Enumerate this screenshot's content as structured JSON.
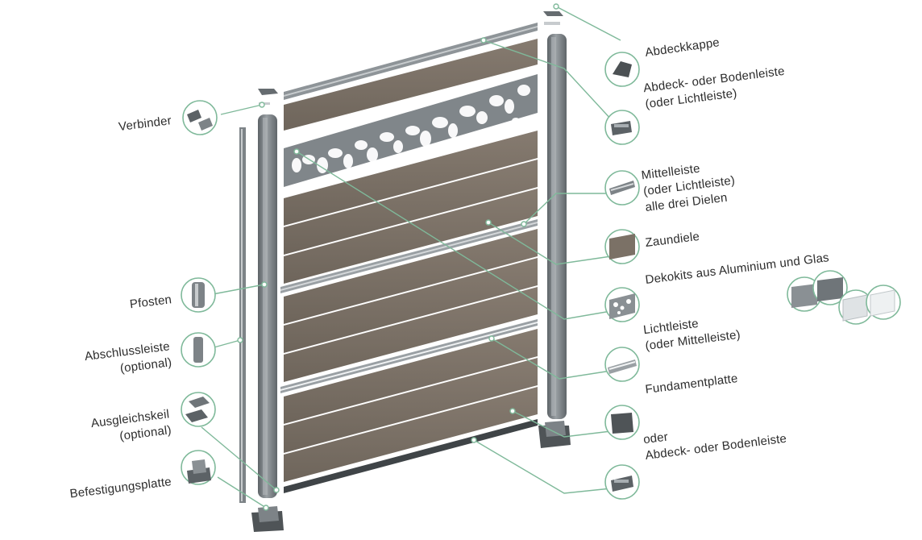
{
  "labels": {
    "abdeckkappe": "Abdeckkappe",
    "abdeckleiste_line1": "Abdeck- oder Bodenleiste",
    "abdeckleiste_line2": "(oder Lichtleiste)",
    "mittelleiste_line1": "Mittelleiste",
    "mittelleiste_line2": "(oder Lichtleiste)",
    "mittelleiste_line3": "alle drei Dielen",
    "zaundiele": "Zaundiele",
    "dekokits": "Dekokits aus Aluminium und Glas",
    "lichtleiste_line1": "Lichtleiste",
    "lichtleiste_line2": "(oder Mittelleiste)",
    "fundamentplatte": "Fundamentplatte",
    "oder": "oder",
    "abdeckleiste_bottom": "Abdeck- oder Bodenleiste",
    "verbinder": "Verbinder",
    "pfosten": "Pfosten",
    "abschlussleiste_line1": "Abschlussleiste",
    "abschlussleiste_line2": "(optional)",
    "ausgleichskeil_line1": "Ausgleichskeil",
    "ausgleichskeil_line2": "(optional)",
    "befestigungsplatte": "Befestigungsplatte"
  },
  "colors": {
    "accent_green": "#7fb99a",
    "board_brown": "#7b7166",
    "aluminium_grey": "#7d8387",
    "text": "#2c2c2c"
  }
}
